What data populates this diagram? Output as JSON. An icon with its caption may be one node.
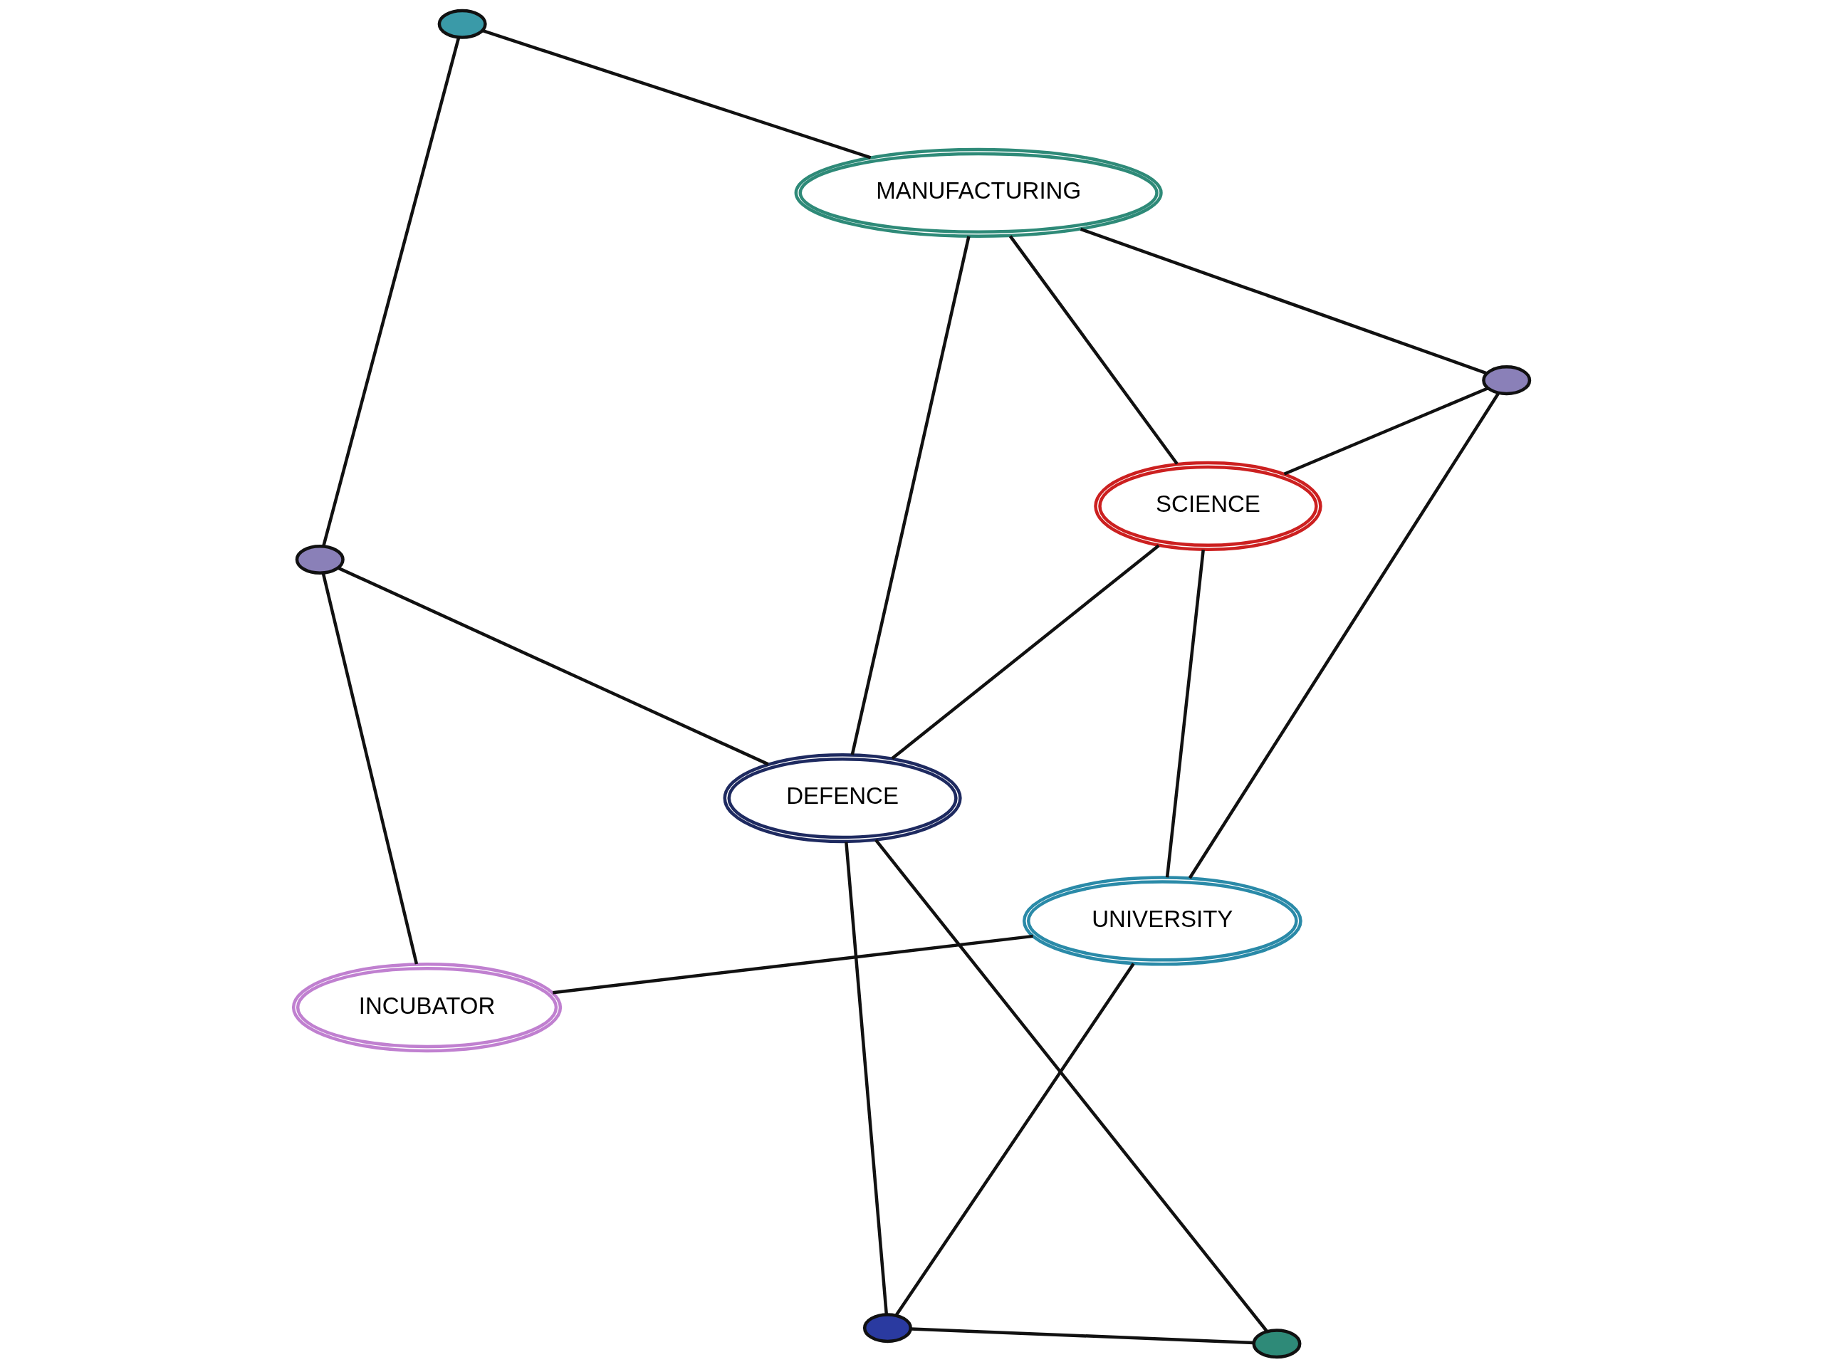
{
  "diagram": {
    "nodes": [
      {
        "text": [
          "MANUFACTURING"
        ]
      },
      {
        "text": [],
        "shape": "circle"
      },
      {
        "text": [
          "UNIVERSITY"
        ]
      },
      {
        "text": [],
        "shape": "circle"
      },
      {
        "text": [
          "SCIENCE"
        ]
      },
      {
        "text": [],
        "shape": "circle"
      },
      {
        "text": [
          "DEFENCE"
        ]
      },
      {
        "text": [],
        "shape": "circle"
      },
      {
        "text": [
          "INCUBATOR"
        ]
      },
      {
        "text": [],
        "shape": "circle"
      }
    ],
    "edges": [
      {
        "from": 0,
        "to": 1,
        "arrow": "none"
      },
      {
        "from": 1,
        "to": 4,
        "arrow": "none"
      },
      {
        "from": 1,
        "to": 2,
        "arrow": "none"
      },
      {
        "from": 0,
        "to": 3,
        "arrow": "none"
      },
      {
        "from": 0,
        "to": 6,
        "arrow": "none"
      },
      {
        "from": 0,
        "to": 4,
        "arrow": "none"
      },
      {
        "from": 2,
        "to": 4,
        "arrow": "none"
      },
      {
        "from": 2,
        "to": 5,
        "arrow": "none"
      },
      {
        "from": 2,
        "to": 8,
        "arrow": "none"
      },
      {
        "from": 3,
        "to": 9,
        "arrow": "none"
      },
      {
        "from": 4,
        "to": 6,
        "arrow": "none"
      },
      {
        "from": 6,
        "to": 5,
        "arrow": "none"
      },
      {
        "from": 6,
        "to": 7,
        "arrow": "none"
      },
      {
        "from": 5,
        "to": 7,
        "arrow": "none"
      },
      {
        "from": 6,
        "to": 9,
        "arrow": "none"
      },
      {
        "from": 9,
        "to": 8,
        "arrow": "none"
      }
    ]
  }
}
